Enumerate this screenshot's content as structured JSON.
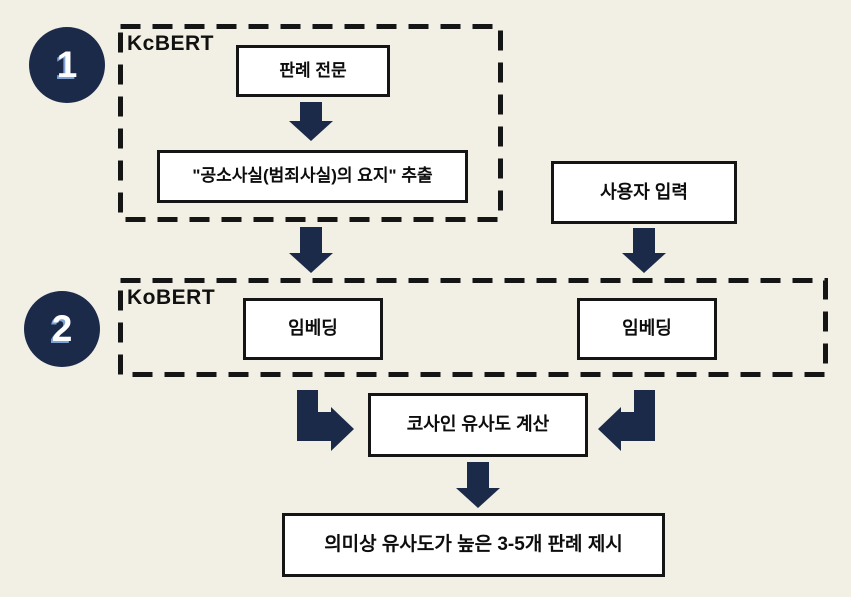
{
  "palette": {
    "background": "#f2efe5",
    "navy": "#1c2a4a",
    "line_black": "#151515",
    "box_fill": "#ffffff"
  },
  "steps": [
    {
      "number": "1",
      "group_label": "KcBERT"
    },
    {
      "number": "2",
      "group_label": "KoBERT"
    }
  ],
  "nodes": {
    "precedent_full": "판례 전문",
    "gist_extraction": "\"공소사실(범죄사실)의 요지\" 추출",
    "user_input": "사용자 입력",
    "embedding_left": "임베딩",
    "embedding_right": "임베딩",
    "cosine_similarity": "코사인 유사도 계산",
    "result": "의미상 유사도가 높은 3-5개 판례 제시"
  },
  "icons": {
    "down_arrow": "block-arrow-down",
    "elbow_arrow_left": "block-arrow-down-then-right",
    "elbow_arrow_right": "block-arrow-down-then-left"
  }
}
